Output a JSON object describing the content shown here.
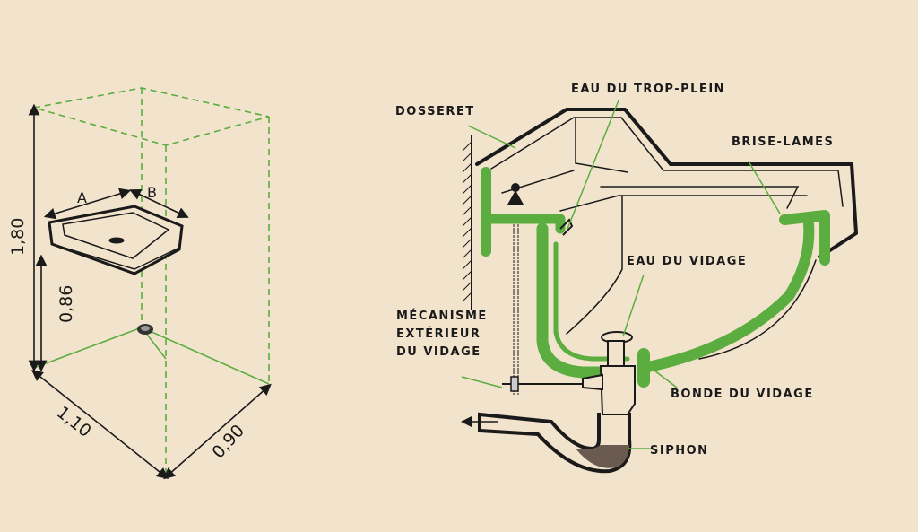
{
  "left_figure": {
    "dimensions": {
      "height_total": "1,80",
      "height_sink": "0,86",
      "width": "1,10",
      "depth": "0,90"
    },
    "sink_labels": {
      "a": "A",
      "b": "B"
    }
  },
  "right_figure": {
    "labels": {
      "dosseret": "DOSSERET",
      "trop_plein": "EAU DU TROP-PLEIN",
      "brise_lames": "BRISE-LAMES",
      "eau_vidage": "EAU DU VIDAGE",
      "mecanisme_1": "MÉCANISME",
      "mecanisme_2": "EXTÉRIEUR",
      "mecanisme_3": "DU VIDAGE",
      "bonde": "BONDE DU VIDAGE",
      "siphon": "SIPHON"
    }
  },
  "colors": {
    "paper": "#f2e3cc",
    "green": "#5aad3e",
    "ink": "#1a1a1a"
  }
}
